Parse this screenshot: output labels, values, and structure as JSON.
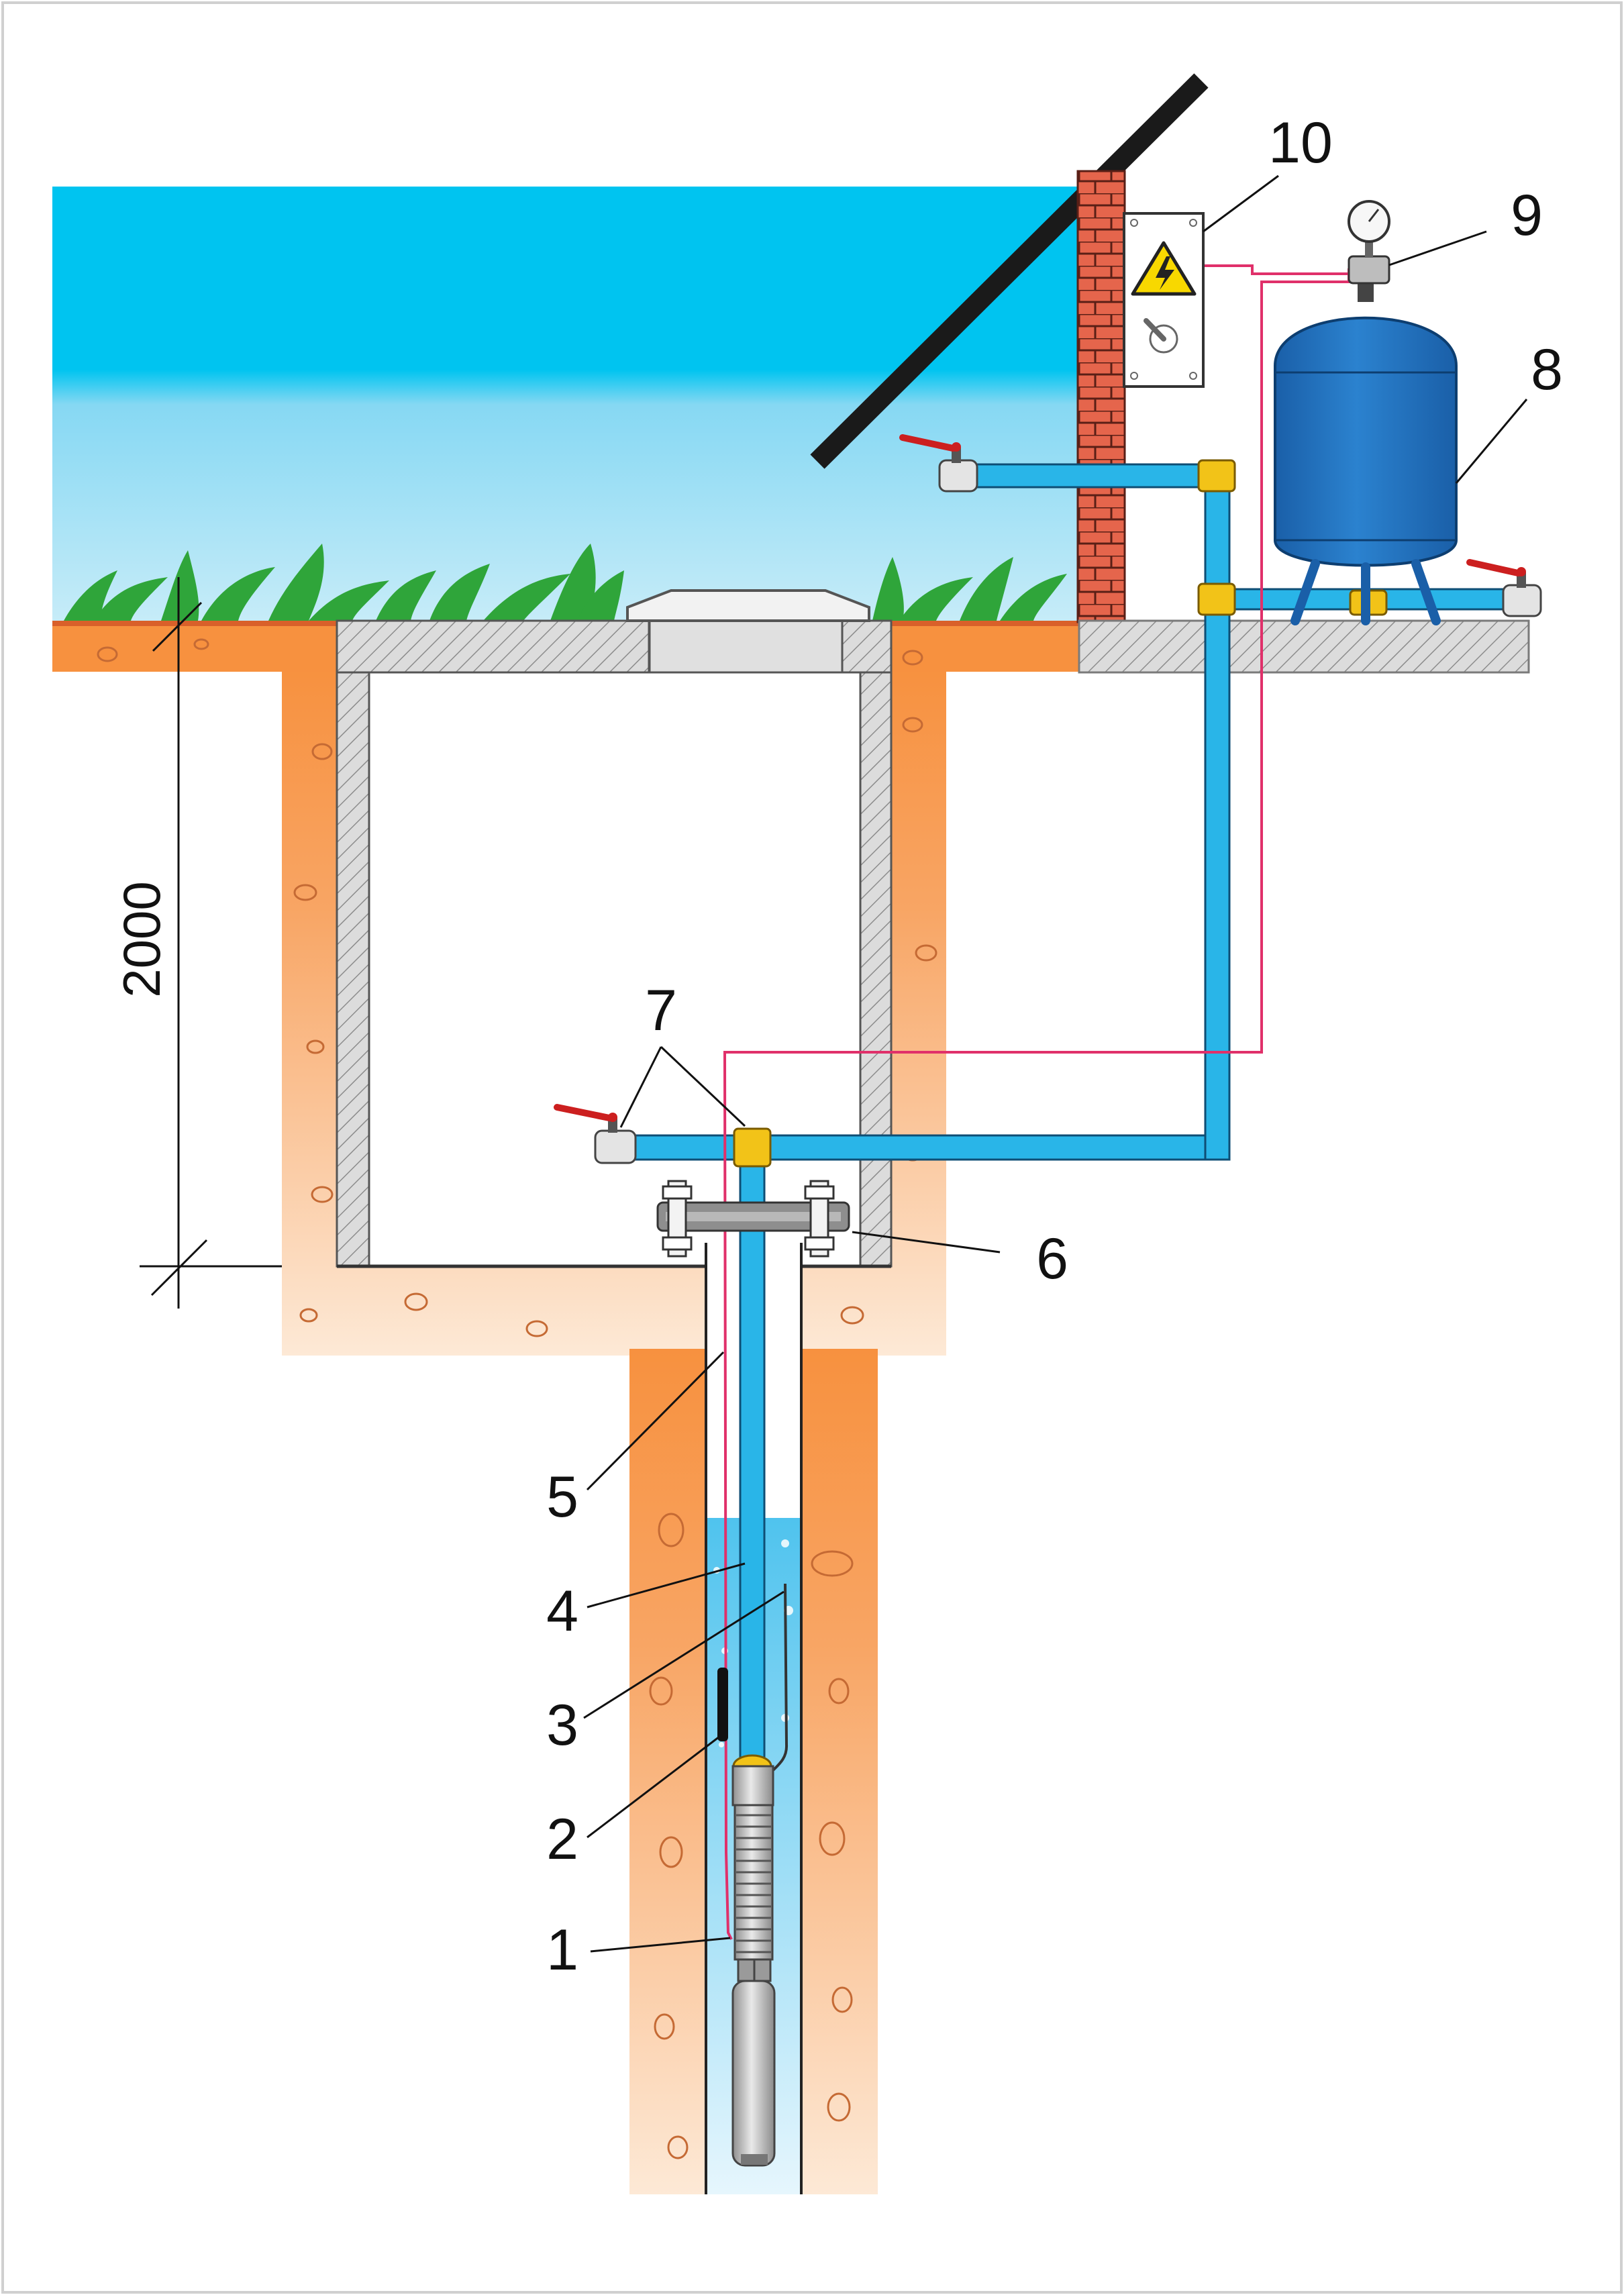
{
  "callouts": {
    "c1": "1",
    "c2": "2",
    "c3": "3",
    "c4": "4",
    "c5": "5",
    "c6": "6",
    "c7": "7",
    "c8": "8",
    "c9": "9",
    "c10": "10"
  },
  "dimension": {
    "depth": "2000"
  },
  "colors": {
    "sky_top": "#00c4f0",
    "sky_bottom": "#bfe8f6",
    "soil": "#f7913f",
    "soil_light": "#fbd3b0",
    "pipe": "#29b5e8",
    "tank": "#1f6fbd",
    "brick": "#e2634a",
    "cable": "#e0306a",
    "fitting": "#f2c318",
    "valve_handle": "#cc1f1f",
    "concrete": "#d9d9d9",
    "grass": "#2fa53a",
    "warning": "#f8d800"
  },
  "icons": {
    "electrical_box": "high-voltage-icon",
    "pressure_switch": "pressure-gauge-icon"
  }
}
